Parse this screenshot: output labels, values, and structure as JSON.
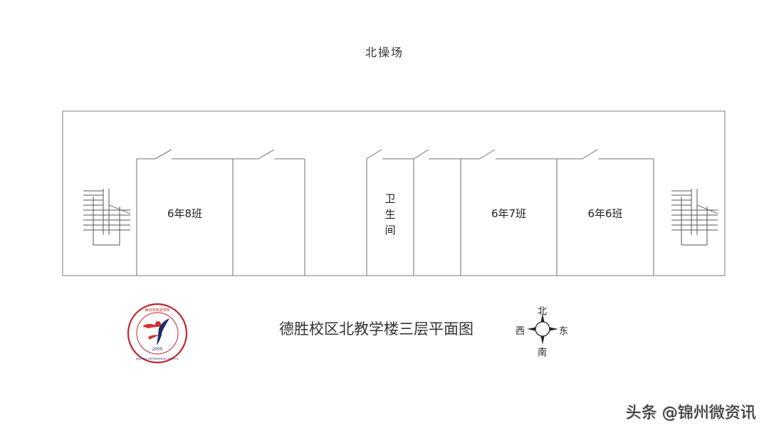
{
  "header": {
    "north_label": "北操场"
  },
  "rooms": [
    {
      "id": "room-1",
      "label": "6年8班"
    },
    {
      "id": "room-2",
      "label": ""
    },
    {
      "id": "toilet",
      "label_chars": [
        "卫",
        "生",
        "间"
      ]
    },
    {
      "id": "room-4",
      "label": ""
    },
    {
      "id": "room-5",
      "label": "6年7班"
    },
    {
      "id": "room-6",
      "label": "6年6班"
    }
  ],
  "title": "德胜校区北教学楼三层平面图",
  "logo": {
    "top_text": "锦州市实验学校",
    "year": "2005",
    "bottom_text": "JINZHOU EXPERIMENTAL SCHOOL",
    "colors": {
      "ring": "#c0282d",
      "figure_red": "#d62f2f",
      "figure_blue": "#1d2a6b"
    }
  },
  "compass": {
    "north": "北",
    "south": "南",
    "west": "西",
    "east": "东"
  },
  "watermark": "头条 @锦州微资讯",
  "colors": {
    "wall": "#9a9a9a",
    "stair": "#555555",
    "text": "#222222"
  }
}
